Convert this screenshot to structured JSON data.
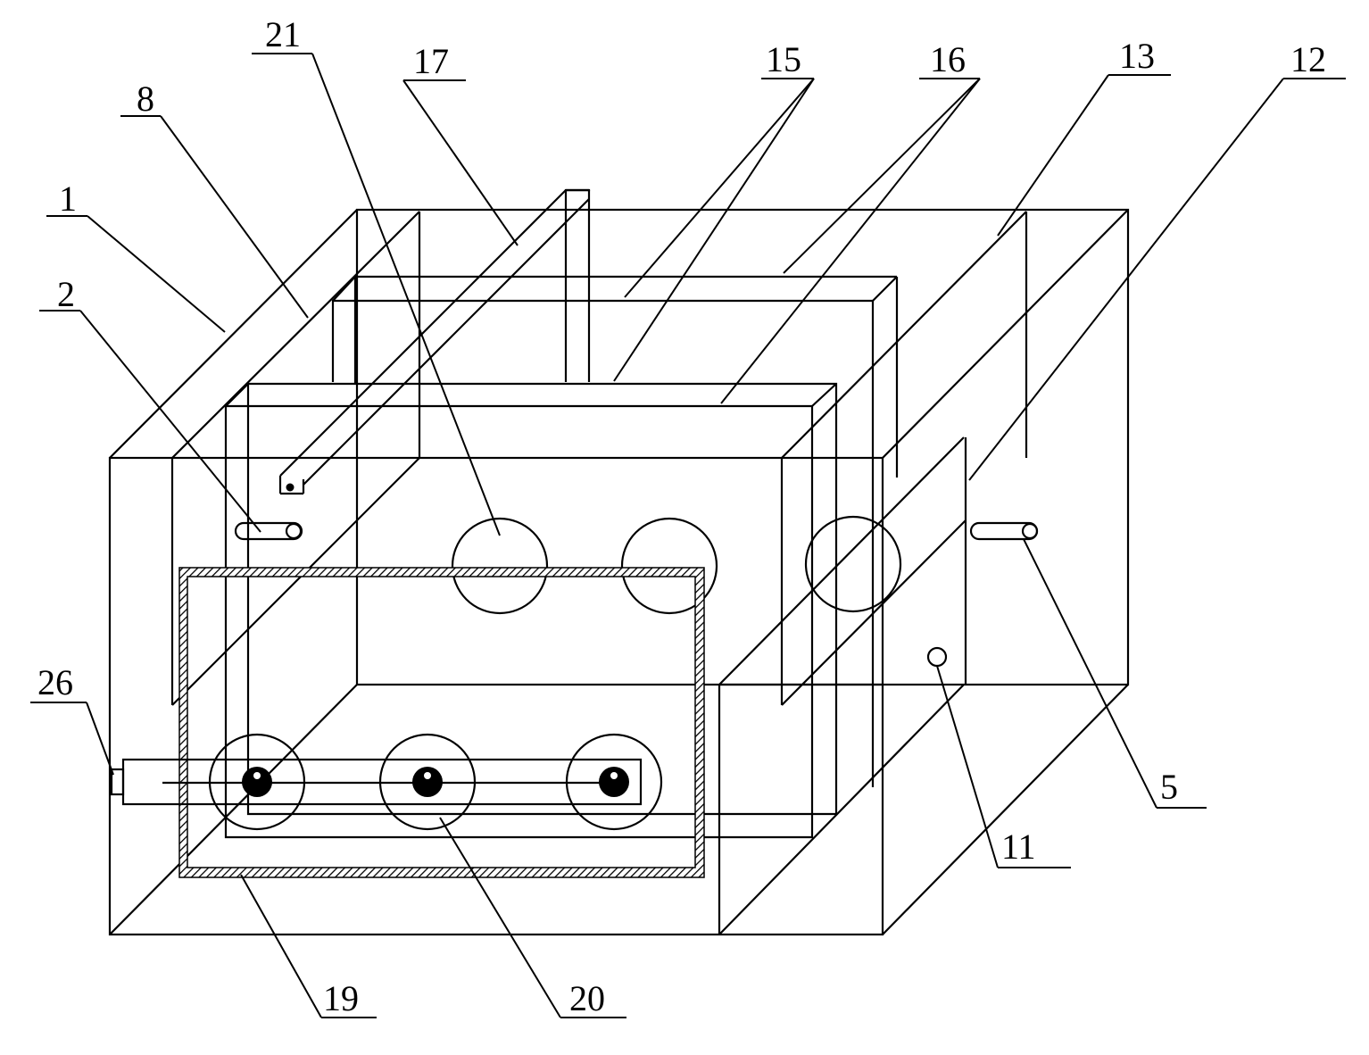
{
  "diagram": {
    "callouts": [
      {
        "id": "c1",
        "label": "1"
      },
      {
        "id": "c2",
        "label": "2"
      },
      {
        "id": "c5",
        "label": "5"
      },
      {
        "id": "c8",
        "label": "8"
      },
      {
        "id": "c11",
        "label": "11"
      },
      {
        "id": "c12",
        "label": "12"
      },
      {
        "id": "c13",
        "label": "13"
      },
      {
        "id": "c15",
        "label": "15"
      },
      {
        "id": "c16",
        "label": "16"
      },
      {
        "id": "c17",
        "label": "17"
      },
      {
        "id": "c19",
        "label": "19"
      },
      {
        "id": "c20",
        "label": "20"
      },
      {
        "id": "c21",
        "label": "21"
      },
      {
        "id": "c26",
        "label": "26"
      }
    ]
  }
}
